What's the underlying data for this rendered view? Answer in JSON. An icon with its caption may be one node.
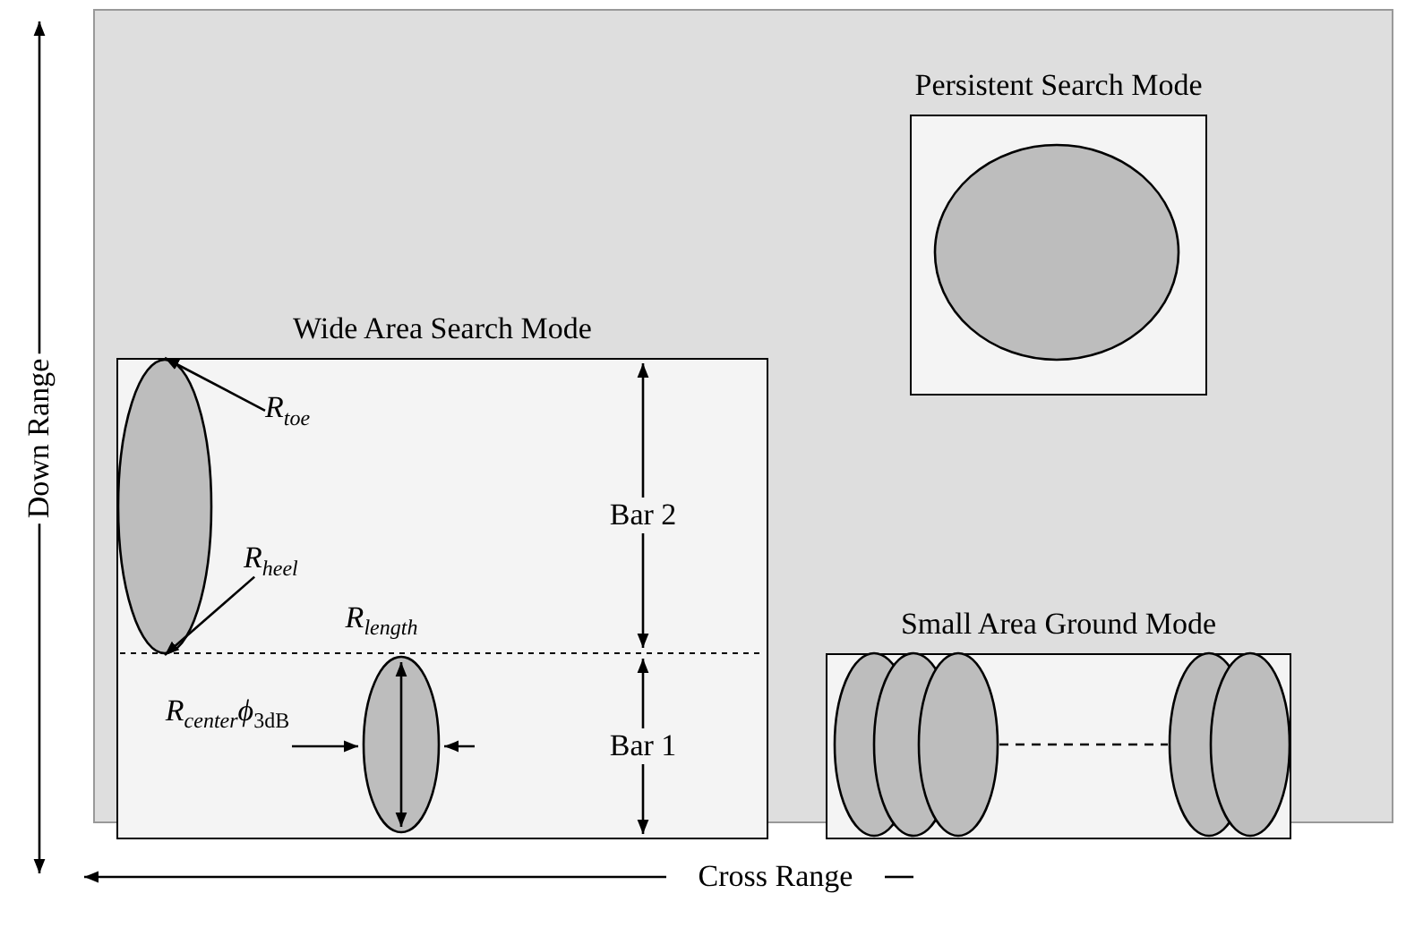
{
  "diagram": {
    "nodes": [
      {
        "text": [
          "Wide Area Search Mode"
        ]
      },
      {
        "text": [
          "Persistent Search Mode"
        ]
      },
      {
        "text": [
          "Small Area Ground Mode"
        ]
      },
      {
        "text": [],
        "shape": "ellipse",
        "in": 0
      },
      {
        "text": [
          "R$_{toe}$"
        ],
        "in": 0
      },
      {
        "text": [
          "R$_{heel}$"
        ],
        "in": 0
      },
      {
        "text": [],
        "shape": "ellipse",
        "in": 0
      },
      {
        "text": [],
        "shape": "ellipse",
        "in": 1
      },
      {
        "text": [],
        "shape": "ellipse",
        "in": 2
      },
      {
        "text": [],
        "shape": "ellipse",
        "in": 2
      },
      {
        "text": [],
        "shape": "ellipse",
        "in": 2
      },
      {
        "text": [],
        "shape": "ellipse",
        "in": 2
      },
      {
        "text": [],
        "shape": "ellipse",
        "in": 2
      }
    ],
    "edges": [
      {
        "from": 4,
        "to": 3,
        "arrow": "to"
      },
      {
        "from": 5,
        "to": 3,
        "arrow": "to"
      },
      {
        "from": 10,
        "to": 11,
        "arrow": "none",
        "style": "dashed"
      }
    ],
    "labels": [
      "Down Range",
      "Cross Range",
      "Bar 2",
      "Bar 1",
      "R$_{length}$",
      "R$_{center}$ϕ$_{3dB}$"
    ]
  }
}
